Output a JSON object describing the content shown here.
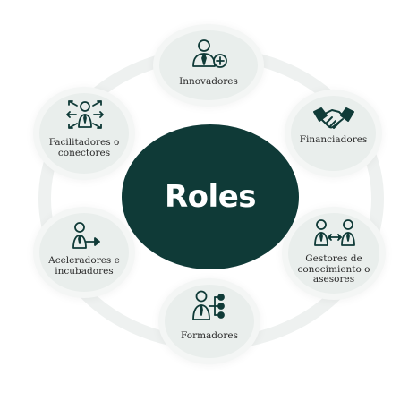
{
  "center": {
    "label": "Roles"
  },
  "nodes": [
    {
      "id": "innovadores",
      "label": "Innovadores",
      "icon": "person-plus-icon"
    },
    {
      "id": "financiadores",
      "label": "Financiadores",
      "icon": "handshake-icon"
    },
    {
      "id": "gestores",
      "label": "Gestores de\nconocimiento o\nasesores",
      "icon": "two-people-exchange-icon"
    },
    {
      "id": "formadores",
      "label": "Formadores",
      "icon": "person-network-icon"
    },
    {
      "id": "aceleradores",
      "label": "Aceleradores e\nincubadores",
      "icon": "person-arrow-icon"
    },
    {
      "id": "facilitadores",
      "label": "Facilitadores o\nconectores",
      "icon": "person-arrows-out-icon"
    }
  ],
  "colors": {
    "center_fill": "#0f3a37",
    "node_fill": "#e9eeec",
    "icon_stroke": "#0f3a37"
  }
}
